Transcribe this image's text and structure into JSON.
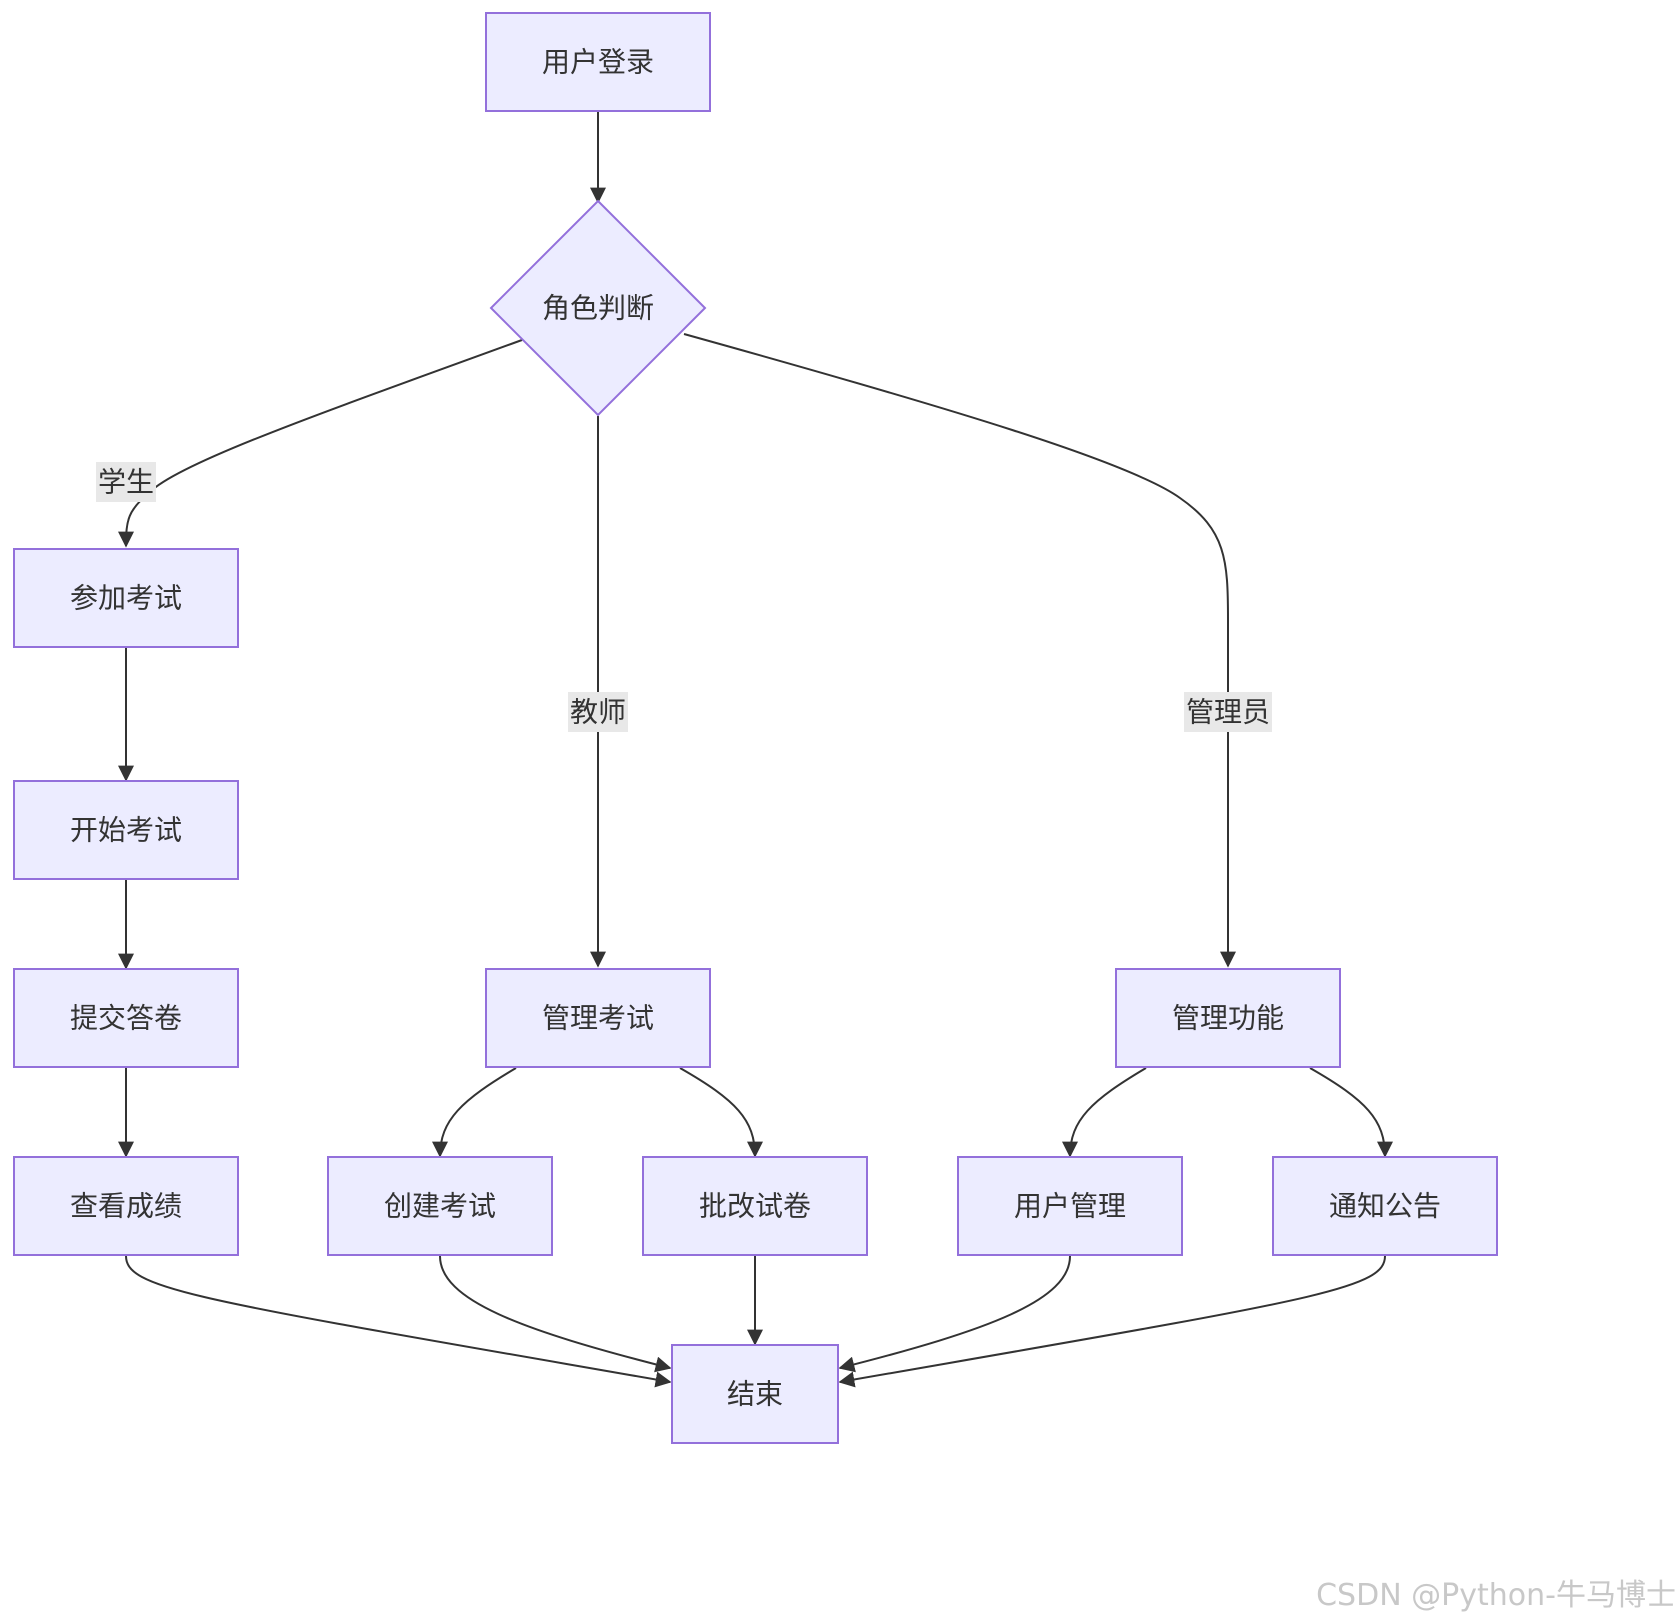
{
  "diagram": {
    "nodes": [
      {
        "id": "login",
        "label": "用户登录",
        "shape": "rect"
      },
      {
        "id": "role",
        "label": "角色判断",
        "shape": "diamond"
      },
      {
        "id": "join",
        "label": "参加考试",
        "shape": "rect"
      },
      {
        "id": "start",
        "label": "开始考试",
        "shape": "rect"
      },
      {
        "id": "submit",
        "label": "提交答卷",
        "shape": "rect"
      },
      {
        "id": "score",
        "label": "查看成绩",
        "shape": "rect"
      },
      {
        "id": "manage_exam",
        "label": "管理考试",
        "shape": "rect"
      },
      {
        "id": "create_exam",
        "label": "创建考试",
        "shape": "rect"
      },
      {
        "id": "grade",
        "label": "批改试卷",
        "shape": "rect"
      },
      {
        "id": "manage_func",
        "label": "管理功能",
        "shape": "rect"
      },
      {
        "id": "user_mgmt",
        "label": "用户管理",
        "shape": "rect"
      },
      {
        "id": "notice",
        "label": "通知公告",
        "shape": "rect"
      },
      {
        "id": "end",
        "label": "结束",
        "shape": "rect"
      }
    ],
    "edges": [
      {
        "from": "login",
        "to": "role",
        "label": ""
      },
      {
        "from": "role",
        "to": "join",
        "label": "学生"
      },
      {
        "from": "role",
        "to": "manage_exam",
        "label": "教师"
      },
      {
        "from": "role",
        "to": "manage_func",
        "label": "管理员"
      },
      {
        "from": "join",
        "to": "start",
        "label": ""
      },
      {
        "from": "start",
        "to": "submit",
        "label": ""
      },
      {
        "from": "submit",
        "to": "score",
        "label": ""
      },
      {
        "from": "manage_exam",
        "to": "create_exam",
        "label": ""
      },
      {
        "from": "manage_exam",
        "to": "grade",
        "label": ""
      },
      {
        "from": "manage_func",
        "to": "user_mgmt",
        "label": ""
      },
      {
        "from": "manage_func",
        "to": "notice",
        "label": ""
      },
      {
        "from": "score",
        "to": "end",
        "label": ""
      },
      {
        "from": "create_exam",
        "to": "end",
        "label": ""
      },
      {
        "from": "grade",
        "to": "end",
        "label": ""
      },
      {
        "from": "user_mgmt",
        "to": "end",
        "label": ""
      },
      {
        "from": "notice",
        "to": "end",
        "label": ""
      }
    ]
  },
  "colors": {
    "node_fill": "#ececff",
    "node_stroke": "#9370db",
    "edge": "#333333",
    "label_bg": "#e8e8e8"
  },
  "watermark": "CSDN @Python-牛马博士"
}
